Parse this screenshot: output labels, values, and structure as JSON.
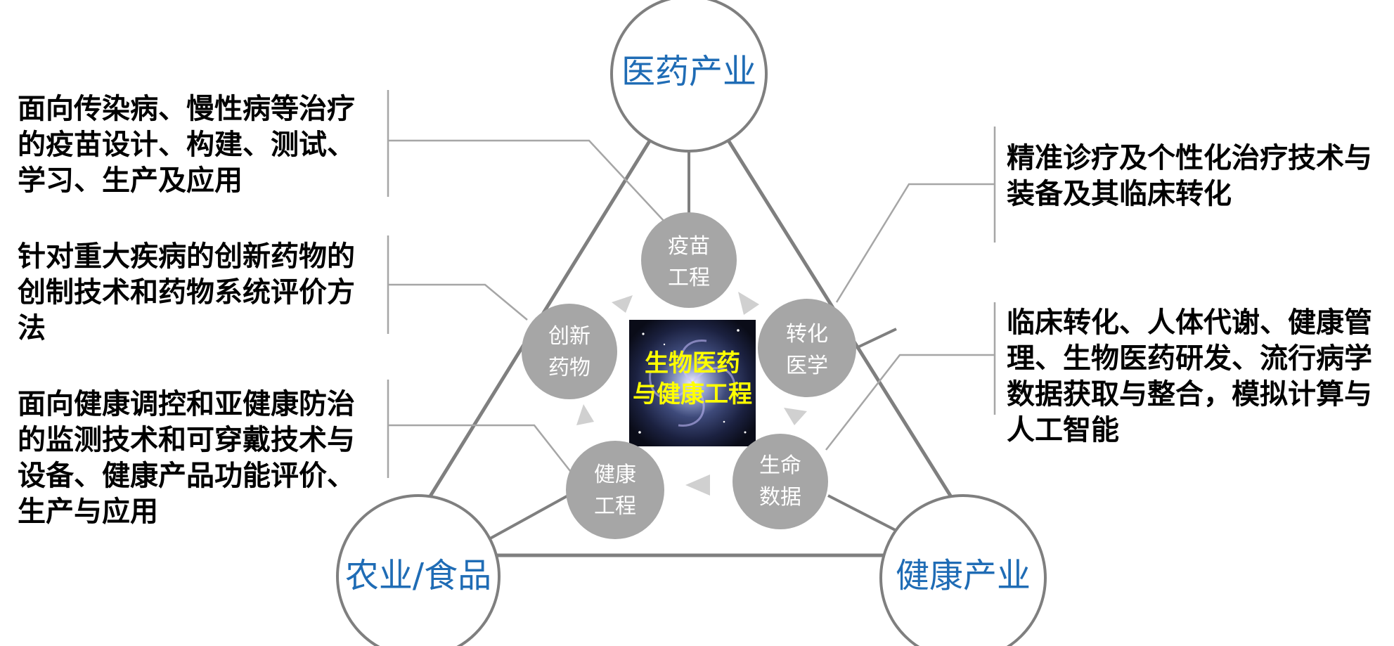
{
  "industries": {
    "top": "医药产业",
    "bottom_left": "农业/食品",
    "bottom_right": "健康产业"
  },
  "center": {
    "line1": "生物医药",
    "line2": "与健康工程"
  },
  "nodes": {
    "vaccine": {
      "line1": "疫苗",
      "line2": "工程"
    },
    "translational": {
      "line1": "转化",
      "line2": "医学"
    },
    "life_data": {
      "line1": "生命",
      "line2": "数据"
    },
    "health_eng": {
      "line1": "健康",
      "line2": "工程"
    },
    "innovative_drug": {
      "line1": "创新",
      "line2": "药物"
    }
  },
  "descriptions": {
    "vaccine": "面向传染病、慢性病等治疗的疫苗设计、构建、测试、学习、生产及应用",
    "innovative_drug": "针对重大疾病的创新药物的创制技术和药物系统评价方法",
    "health_eng": "面向健康调控和亚健康防治的监测技术和可穿戴技术与设备、健康产品功能评价、生产与应用",
    "translational": "精准诊疗及个性化治疗技术与装备及其临床转化",
    "life_data": "临床转化、人体代谢、健康管理、生物医药研发、流行病学数据获取与整合，模拟计算与人工智能"
  },
  "colors": {
    "industry_text": "#1f6cb5",
    "node_fill": "#a6a6a6",
    "center_text": "#ffff00",
    "lines": "#7f7f7f",
    "arrow": "#d0d0d0"
  }
}
